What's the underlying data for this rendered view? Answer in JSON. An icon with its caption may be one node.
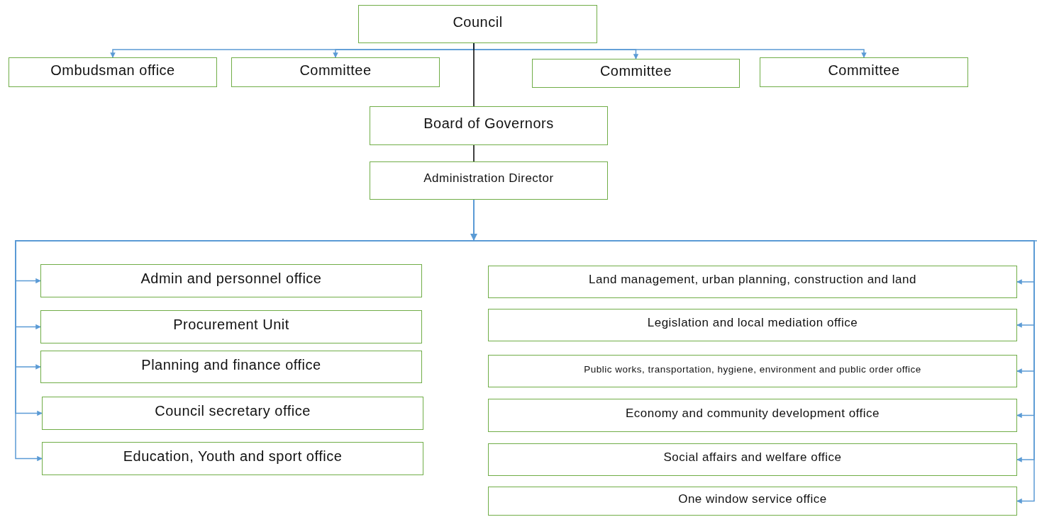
{
  "diagram": {
    "nodes": [
      {
        "text": [
          "Council"
        ]
      },
      {
        "text": [
          "Ombudsman office"
        ]
      },
      {
        "text": [
          "Committee"
        ]
      },
      {
        "text": [
          "Committee"
        ]
      },
      {
        "text": [
          "Committee"
        ]
      },
      {
        "text": [
          "Board of Governors"
        ]
      },
      {
        "text": [
          "Administration Director"
        ]
      },
      {
        "text": [
          "Admin and personnel office"
        ]
      },
      {
        "text": [
          "Procurement Unit"
        ]
      },
      {
        "text": [
          "Planning and finance office"
        ]
      },
      {
        "text": [
          "Council secretary office"
        ]
      },
      {
        "text": [
          "Education, Youth and sport office"
        ]
      },
      {
        "text": [
          "Land management, urban planning, construction and land"
        ]
      },
      {
        "text": [
          "Legislation and local mediation office"
        ]
      },
      {
        "text": [
          "Public works, transportation, hygiene, environment and public order office"
        ]
      },
      {
        "text": [
          "Economy and community development office"
        ]
      },
      {
        "text": [
          "Social affairs and welfare office"
        ]
      },
      {
        "text": [
          "One window service office"
        ]
      }
    ],
    "edges": [
      {
        "from": 0,
        "to": 1,
        "arrow": "to"
      },
      {
        "from": 0,
        "to": 2,
        "arrow": "to"
      },
      {
        "from": 0,
        "to": 3,
        "arrow": "to"
      },
      {
        "from": 0,
        "to": 4,
        "arrow": "to"
      },
      {
        "from": 0,
        "to": 5,
        "arrow": "none",
        "color": "#000000"
      },
      {
        "from": 5,
        "to": 6,
        "arrow": "none",
        "color": "#000000"
      },
      {
        "from": 6,
        "to": 7,
        "arrow": "to"
      },
      {
        "from": 6,
        "to": 8,
        "arrow": "to"
      },
      {
        "from": 6,
        "to": 9,
        "arrow": "to"
      },
      {
        "from": 6,
        "to": 10,
        "arrow": "to"
      },
      {
        "from": 6,
        "to": 11,
        "arrow": "to"
      },
      {
        "from": 6,
        "to": 12,
        "arrow": "to"
      },
      {
        "from": 6,
        "to": 13,
        "arrow": "to"
      },
      {
        "from": 6,
        "to": 14,
        "arrow": "to"
      },
      {
        "from": 6,
        "to": 15,
        "arrow": "to"
      },
      {
        "from": 6,
        "to": 16,
        "arrow": "to"
      },
      {
        "from": 6,
        "to": 17,
        "arrow": "to"
      }
    ]
  }
}
